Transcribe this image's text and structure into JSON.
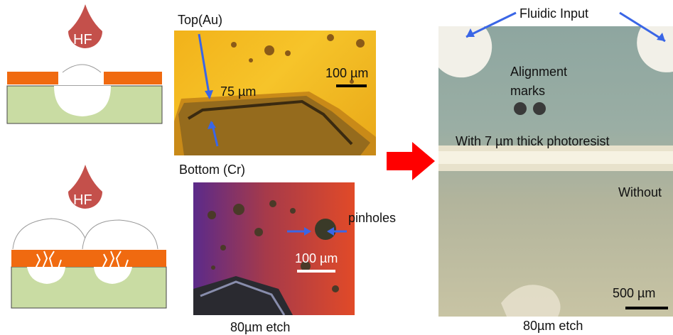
{
  "schematic": {
    "drop_label_top": "HF",
    "drop_label_bottom": "HF"
  },
  "micrograph_top": {
    "top_label": "Top(Au)",
    "bottom_label": "Bottom (Cr)",
    "dimension_label": "75 µm",
    "scale_label": "100 µm"
  },
  "micrograph_bottom": {
    "pinholes_label": "pinholes",
    "scale_label": "100 µm",
    "caption": "80µm etch"
  },
  "micrograph_right": {
    "fluidic_label": "Fluidic Input",
    "alignment_label_1": "Alignment",
    "alignment_label_2": "marks",
    "with_label": "With 7 µm thick photoresist",
    "without_label": "Without",
    "scale_label": "500 µm",
    "caption": "80µm etch"
  },
  "colors": {
    "orange_layer": "#f06a10",
    "substrate": "#c9dca3",
    "drop": "#c4504b",
    "arrow_blue": "#3a66e6",
    "arrow_red": "#ff0000"
  }
}
